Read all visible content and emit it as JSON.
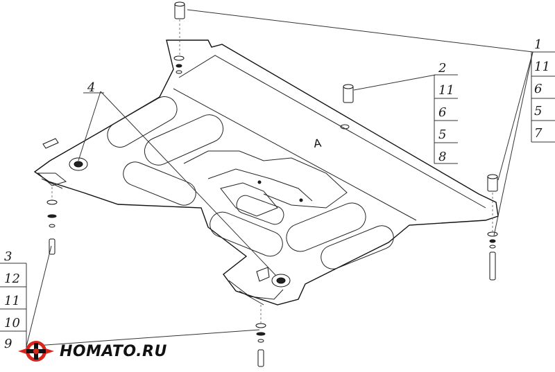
{
  "diagram": {
    "callouts": {
      "group_right": [
        "1",
        "11",
        "6",
        "5",
        "7"
      ],
      "group_center": [
        "2",
        "11",
        "6",
        "5",
        "8"
      ],
      "group_left": [
        "3",
        "12",
        "11",
        "10",
        "9"
      ],
      "single": "4"
    },
    "plate_marker": "A"
  },
  "logo": {
    "text": "HOMATO.RU",
    "colors": {
      "red": "#d9261c",
      "dark": "#111111"
    }
  }
}
